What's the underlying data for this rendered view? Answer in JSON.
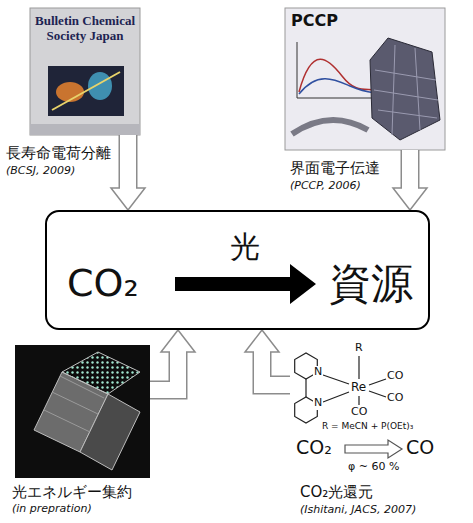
{
  "diagram": {
    "nodes": [
      {
        "text": [
          "Bulletin Chemical Society Japan",
          "長寿命電荷分離",
          "(BCSJ, 2009)"
        ]
      },
      {
        "text": [
          "PCCP",
          "界面電子伝達",
          "(PCCP, 2006)"
        ]
      },
      {
        "text": [
          "CO₂",
          "光",
          "資源"
        ]
      },
      {
        "text": [
          "光エネルギー集約",
          "(in prepration)"
        ]
      },
      {
        "text": [
          "CO₂光還元",
          "(Ishitani, JACS, 2007)"
        ]
      }
    ],
    "edges": [
      {
        "from": 0,
        "to": 2,
        "arrow": "to"
      },
      {
        "from": 1,
        "to": 2,
        "arrow": "to"
      },
      {
        "from": 3,
        "to": 2,
        "arrow": "to"
      },
      {
        "from": 4,
        "to": 2,
        "arrow": "to"
      }
    ],
    "labels": [
      "R",
      "N",
      "Re",
      "CO",
      "N",
      "CO",
      "CO",
      "R = MeCN + P(OEt)₃",
      "CO₂",
      "CO",
      "φ ~ 60 %"
    ]
  }
}
